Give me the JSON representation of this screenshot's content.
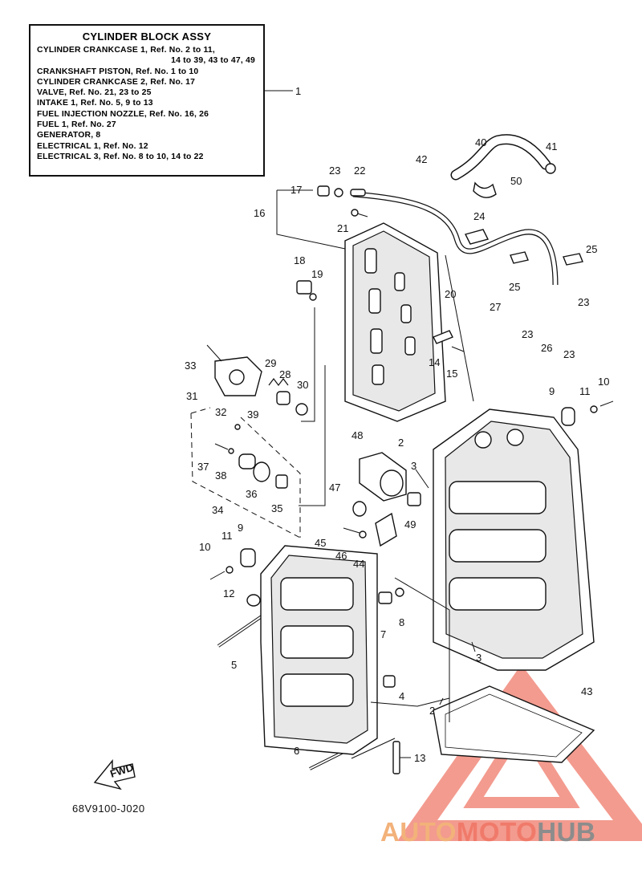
{
  "legend": {
    "title": "CYLINDER BLOCK ASSY",
    "rows": [
      "CYLINDER CRANKCASE 1,  Ref. No. 2 to 11,",
      "14  to  39,  43  to  47,  49",
      "CRANKSHAFT PISTON,  Ref. No. 1 to 10",
      "CYLINDER CRANKCASE 2,  Ref. No. 17",
      "VALVE,  Ref. No. 21, 23 to 25",
      "INTAKE 1,  Ref. No. 5, 9 to 13",
      "FUEL INJECTION NOZZLE,  Ref. No. 16, 26",
      "FUEL 1,  Ref. No. 27",
      "GENERATOR, 8",
      "ELECTRICAL 1,  Ref. No. 12",
      "ELECTRICAL 3,  Ref. No. 8 to 10, 14 to 22"
    ]
  },
  "callouts": {
    "n1": "1",
    "n2a": "2",
    "n2b": "2",
    "n3a": "3",
    "n3b": "3",
    "n4": "4",
    "n5": "5",
    "n6": "6",
    "n7": "7",
    "n8": "8",
    "n9a": "9",
    "n9b": "9",
    "n10a": "10",
    "n10b": "10",
    "n11a": "11",
    "n11b": "11",
    "n12": "12",
    "n13": "13",
    "n14": "14",
    "n15": "15",
    "n16": "16",
    "n17": "17",
    "n18": "18",
    "n19": "19",
    "n20": "20",
    "n21": "21",
    "n22": "22",
    "n23a": "23",
    "n23b": "23",
    "n23c": "23",
    "n23d": "23",
    "n24": "24",
    "n25a": "25",
    "n25b": "25",
    "n26": "26",
    "n27": "27",
    "n28": "28",
    "n29": "29",
    "n30": "30",
    "n31": "31",
    "n32": "32",
    "n33": "33",
    "n34": "34",
    "n35": "35",
    "n36": "36",
    "n37": "37",
    "n38": "38",
    "n39": "39",
    "n40": "40",
    "n41": "41",
    "n42": "42",
    "n43": "43",
    "n44": "44",
    "n45": "45",
    "n46": "46",
    "n47": "47",
    "n48": "48",
    "n49": "49",
    "n50": "50"
  },
  "fwd_label": "FWD",
  "drawing_code": "68V9100-J020",
  "watermark": {
    "part1": "AUTO",
    "part2": "MOTO",
    "part3": "HUB"
  },
  "colors": {
    "watermark_orange": "#f2b27a",
    "watermark_red": "#f07a6a",
    "watermark_gray": "#8c8c8c",
    "triangle": "#f07a6a"
  }
}
